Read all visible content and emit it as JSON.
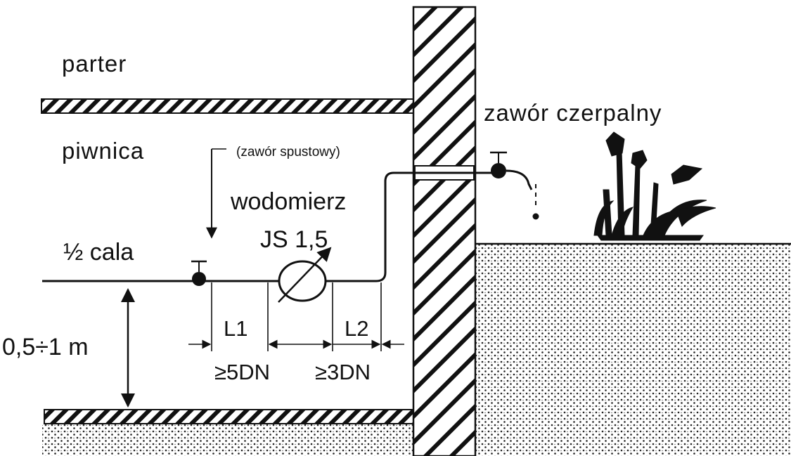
{
  "labels": {
    "upper_floor": "parter",
    "basement": "piwnica",
    "drain_valve": "(zawór spustowy)",
    "water_meter": "wodomierz",
    "meter_size": "JS 1,5",
    "pipe_size": "½ cala",
    "height": "0,5÷1 m",
    "l1": "L1",
    "l2": "L2",
    "l1_rule": "≥5DN",
    "l2_rule": "≥3DN",
    "outdoor_tap": "zawór czerpalny"
  },
  "colors": {
    "ink": "#111111",
    "background": "#ffffff"
  }
}
